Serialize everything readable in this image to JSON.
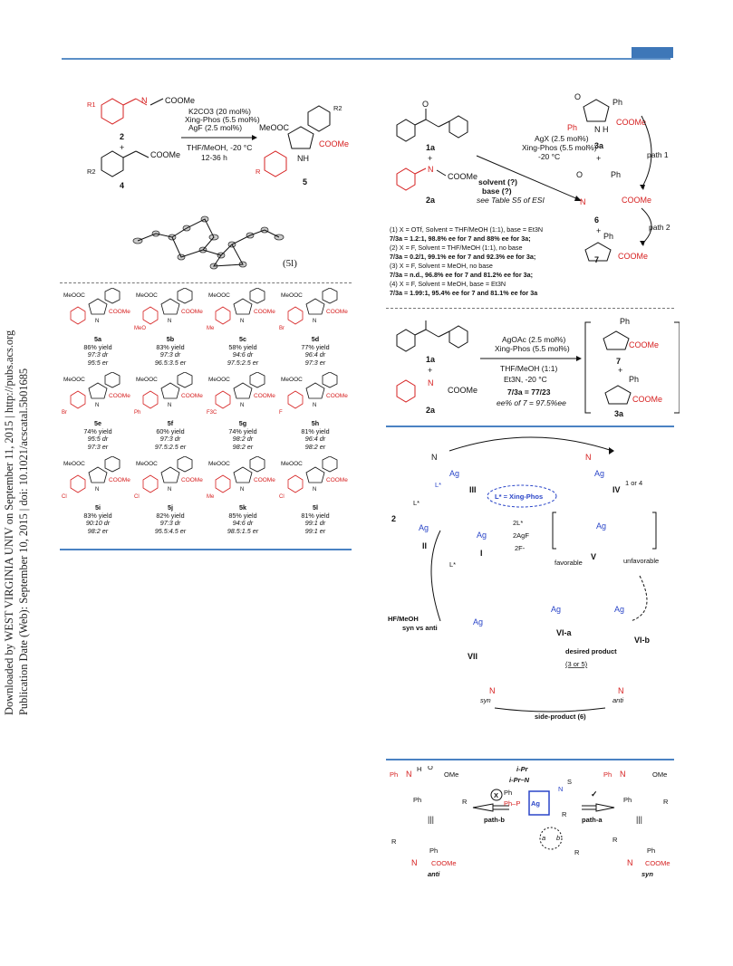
{
  "margin_note": {
    "line1": "Downloaded by WEST VIRGINIA UNIV on September 11, 2015 | http://pubs.acs.org",
    "line2": "Publication Date (Web): September 10, 2015 | doi: 10.1021/acscatal.5b01685"
  },
  "scheme_left": {
    "conditions": [
      "AgF (2.5 mol%)",
      "Xing-Phos (5.5 mol%)",
      "K2CO3 (20 mol%)",
      "THF/MeOH, -20 °C",
      "12-36 h"
    ],
    "reactant_labels": [
      "2",
      "4"
    ],
    "product_label": "5",
    "groups": {
      "ester": "COOMe",
      "methyl_ester": "MeOOC",
      "r1": "R1",
      "r2": "R2",
      "r": "R",
      "nh": "N\nH"
    },
    "plus": "+",
    "crystal_label": "(5l)"
  },
  "products": [
    {
      "id": "5a",
      "yield": "86% yield",
      "dr": "97:3 dr",
      "er": "95:5 er",
      "sub": ""
    },
    {
      "id": "5b",
      "yield": "83% yield",
      "dr": "97:3 dr",
      "er": "96.5:3.5 er",
      "sub": "MeO"
    },
    {
      "id": "5c",
      "yield": "58% yield",
      "dr": "94:6 dr",
      "er": "97.5:2.5 er",
      "sub": "Me"
    },
    {
      "id": "5d",
      "yield": "77% yield",
      "dr": "96:4 dr",
      "er": "97:3 er",
      "sub": "Br"
    },
    {
      "id": "5e",
      "yield": "74% yield",
      "dr": "95:5 dr",
      "er": "97:3 er",
      "sub": "Br"
    },
    {
      "id": "5f",
      "yield": "60% yield",
      "dr": "97:3 dr",
      "er": "97.5:2.5 er",
      "sub": "Ph"
    },
    {
      "id": "5g",
      "yield": "74% yield",
      "dr": "98:2 dr",
      "er": "98:2 er",
      "sub": "F3C"
    },
    {
      "id": "5h",
      "yield": "81% yield",
      "dr": "96:4 dr",
      "er": "98:2 er",
      "sub": "F"
    },
    {
      "id": "5i",
      "yield": "83% yield",
      "dr": "90:10 dr",
      "er": "98:2 er",
      "sub": "Cl"
    },
    {
      "id": "5j",
      "yield": "82% yield",
      "dr": "97:3 dr",
      "er": "95.5:4.5 er",
      "sub": "Cl"
    },
    {
      "id": "5k",
      "yield": "85% yield",
      "dr": "94:6 dr",
      "er": "98.5:1.5 er",
      "sub": "Me"
    },
    {
      "id": "5l",
      "yield": "81% yield",
      "dr": "99:1 dr",
      "er": "99:1 er",
      "sub": "Cl"
    }
  ],
  "scheme_right_top": {
    "labels": {
      "1a": "1a",
      "2a": "2a",
      "3a": "3a",
      "6": "6",
      "7": "7"
    },
    "conditions": [
      "AgX (2.5 mol%)",
      "Xing-Phos (5.5 mol%)",
      "-20 °C",
      "solvent (?)",
      "base (?)",
      "see Table S5 of ESI"
    ],
    "path1": "path 1",
    "path2": "path 2",
    "entries": [
      {
        "cond": "(1) X = OTf, Solvent = THF/MeOH (1:1), base = Et3N",
        "result": "7/3a = 1.2:1, 98.8% ee for 7 and 88% ee for 3a;"
      },
      {
        "cond": "(2) X = F, Solvent = THF/MeOH (1:1), no base",
        "result": "7/3a = 0.2/1, 99.1% ee for 7 and 92.3% ee for 3a;"
      },
      {
        "cond": "(3) X = F, Solvent = MeOH, no base",
        "result": "7/3a = n.d., 96.8% ee for 7 and 81.2% ee for 3a;"
      },
      {
        "cond": "(4) X = F, Solvent = MeOH, base = Et3N",
        "result": "7/3a = 1.99:1, 95.4% ee for 7 and 81.1% ee for 3a"
      }
    ]
  },
  "scheme_right_mid": {
    "conditions": [
      "AgOAc (2.5 mol%)",
      "Xing-Phos (5.5 mol%)",
      "THF/MeOH (1:1)",
      "Et3N, -20 °C",
      "7/3a = 77/23",
      "ee% of 7 = 97.5%ee"
    ],
    "labels": [
      "1a",
      "2a",
      "7",
      "3a"
    ]
  },
  "cycle": {
    "ligand_box": "L* = Xing-Phos",
    "species": [
      "I",
      "II",
      "III",
      "IV",
      "V",
      "VI-a",
      "VI-b",
      "VII"
    ],
    "notes": [
      "2L*",
      "2AgF",
      "2F-",
      "L*",
      "L*",
      "1 or 4",
      "favorable",
      "unfavorable",
      "HF/MeOH",
      "syn vs anti",
      "desired product",
      "(3 or 5)",
      "side-product (6)",
      "syn",
      "anti",
      "2"
    ]
  },
  "bottom_scheme": {
    "left_label": "anti",
    "right_label": "syn",
    "path_b": "path-b",
    "path_a": "path-a",
    "cross": "X",
    "tick": "✓",
    "labels": [
      "i-Pr",
      "i-Pr–N",
      "Ph",
      "Ph–P",
      "Ag",
      "N",
      "S",
      "O",
      "H",
      "OMe",
      "R",
      "a",
      "b"
    ]
  }
}
